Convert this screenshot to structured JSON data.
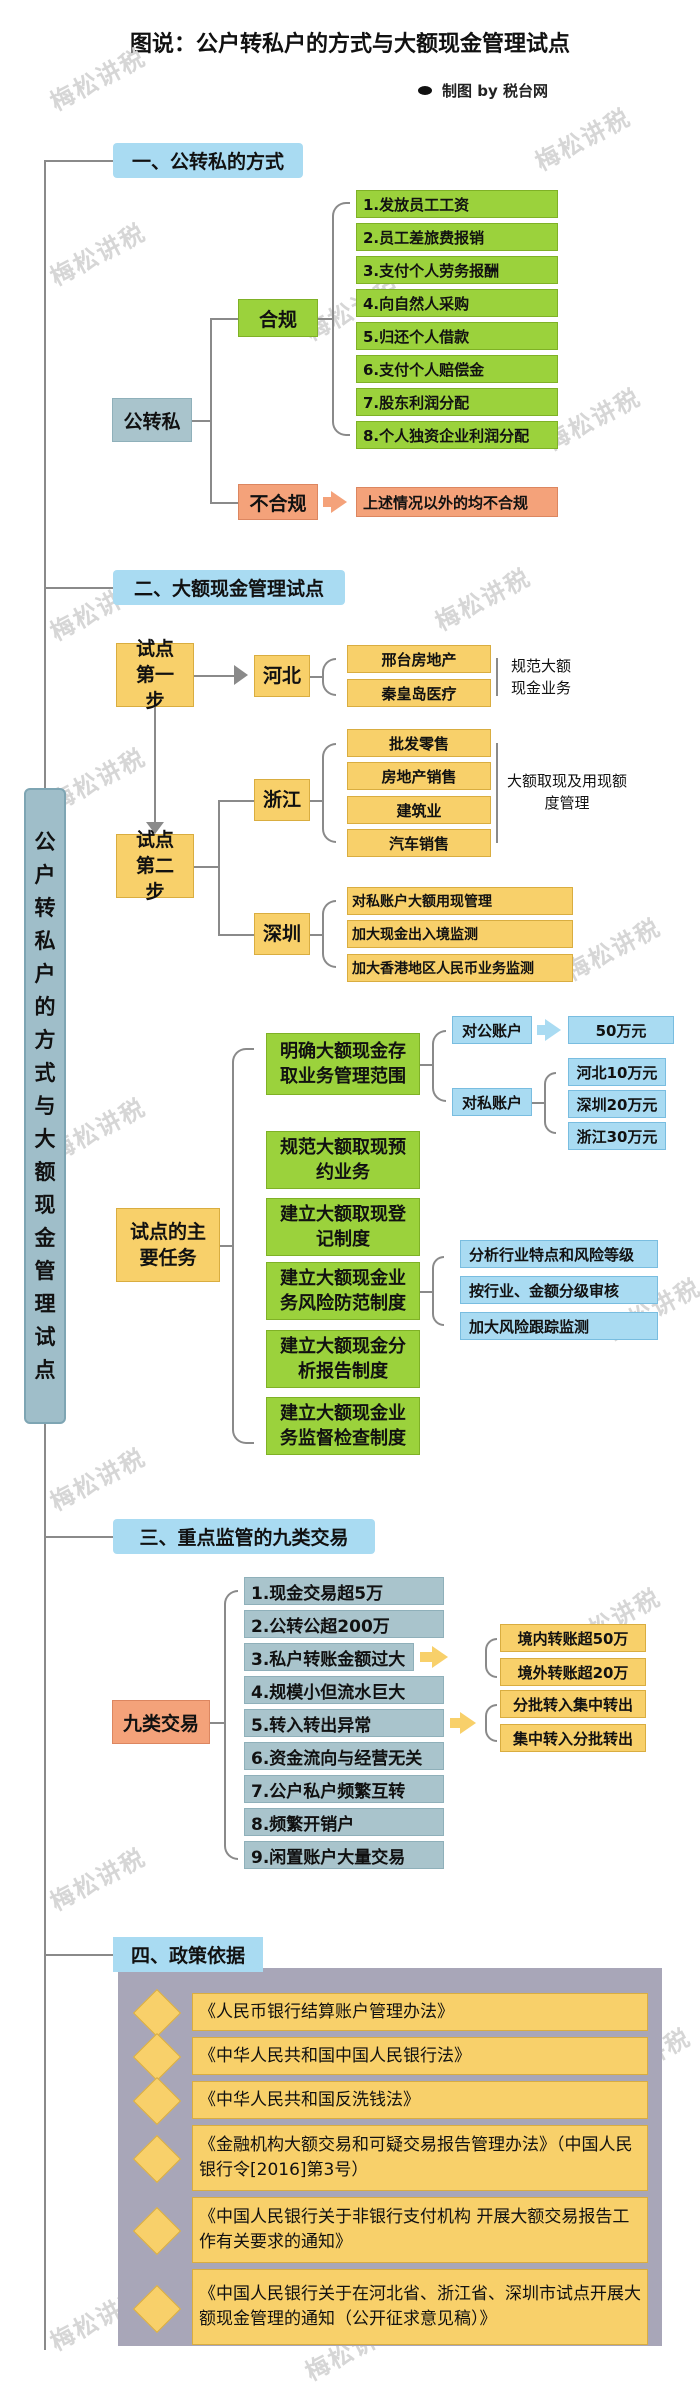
{
  "title": "图说：公户转私户的方式与大额现金管理试点",
  "credit": "制图 by 税台网",
  "watermark": "梅松讲税",
  "main_label": "公户转私户的方式与大额现金管理试点",
  "section1": {
    "heading": "一、公转私的方式",
    "root": "公转私",
    "compliant": "合规",
    "compliant_items": [
      "1.发放员工工资",
      "2.员工差旅费报销",
      "3.支付个人劳务报酬",
      "4.向自然人采购",
      "5.归还个人借款",
      "6.支付个人赔偿金",
      "7.股东利润分配",
      "8.个人独资企业利润分配"
    ],
    "noncompliant": "不合规",
    "noncompliant_item": "上述情况以外的均不合规"
  },
  "section2": {
    "heading": "二、大额现金管理试点",
    "step1": "试点第一步",
    "hebei": "河北",
    "hebei_items": [
      "邢台房地产",
      "秦皇岛医疗"
    ],
    "hebei_note": "规范大额现金业务",
    "step2": "试点第二步",
    "zhejiang": "浙江",
    "zhejiang_items": [
      "批发零售",
      "房地产销售",
      "建筑业",
      "汽车销售"
    ],
    "zhejiang_note": "大额取现及用现额度管理",
    "shenzhen": "深圳",
    "shenzhen_items": [
      "对私账户大额用现管理",
      "加大现金出入境监测",
      "加大香港地区人民币业务监测"
    ],
    "tasks_root": "试点的主要任务",
    "tasks": [
      "明确大额现金存取业务管理范围",
      "规范大额取现预约业务",
      "建立大额取现登记制度",
      "建立大额现金业务风险防范制度",
      "建立大额现金分析报告制度",
      "建立大额现金业务监督检查制度"
    ],
    "public_account": "对公账户",
    "public_amount": "50万元",
    "private_account": "对私账户",
    "private_amounts": [
      "河北10万元",
      "深圳20万元",
      "浙江30万元"
    ],
    "risk_items": [
      "分析行业特点和风险等级",
      "按行业、金额分级审核",
      "加大风险跟踪监测"
    ]
  },
  "section3": {
    "heading": "三、重点监管的九类交易",
    "root": "九类交易",
    "items": [
      "1.现金交易超5万",
      "2.公转公超200万",
      "3.私户转账金额过大",
      "4.规模小但流水巨大",
      "5.转入转出异常",
      "6.资金流向与经营无关",
      "7.公户私户频繁互转",
      "8.频繁开销户",
      "9.闲置账户大量交易"
    ],
    "transfer_items": [
      "境内转账超50万",
      "境外转账超20万"
    ],
    "split_items": [
      "分批转入集中转出",
      "集中转入分批转出"
    ]
  },
  "section4": {
    "heading": "四、政策依据",
    "items": [
      "《人民币银行结算账户管理办法》",
      "《中华人民共和国中国人民银行法》",
      "《中华人民共和国反洗钱法》",
      "《金融机构大额交易和可疑交易报告管理办法》（中国人民银行令[2016]第3号）",
      "《中国人民银行关于非银行支付机构 开展大额交易报告工作有关要求的通知》",
      "《中国人民银行关于在河北省、浙江省、深圳市试点开展大额现金管理的通知（公开征求意见稿）》"
    ]
  }
}
